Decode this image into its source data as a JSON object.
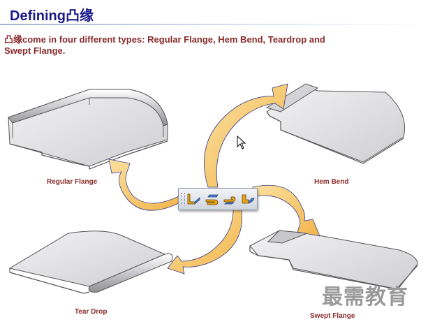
{
  "header": {
    "title": "Defining凸缘"
  },
  "description": "凸缘come in four different types: Regular Flange, Hem Bend, Teardrop and Swept Flange.",
  "labels": {
    "regular_flange": "Regular Flange",
    "hem_bend": "Hem Bend",
    "tear_drop": "Tear Drop",
    "swept_flange": "Swept Flange"
  },
  "toolbar": {
    "buttons": [
      {
        "icon": "regular-flange-icon"
      },
      {
        "icon": "hem-bend-icon"
      },
      {
        "icon": "tear-drop-icon"
      },
      {
        "icon": "swept-flange-icon"
      }
    ]
  },
  "watermark": "最需教育",
  "colors": {
    "title": "#1a1a8c",
    "text": "#8b2c2c",
    "arrow": "#f7c15a",
    "arrow_outline": "#3a3a8a",
    "part_fill": "#e4e4e6"
  }
}
